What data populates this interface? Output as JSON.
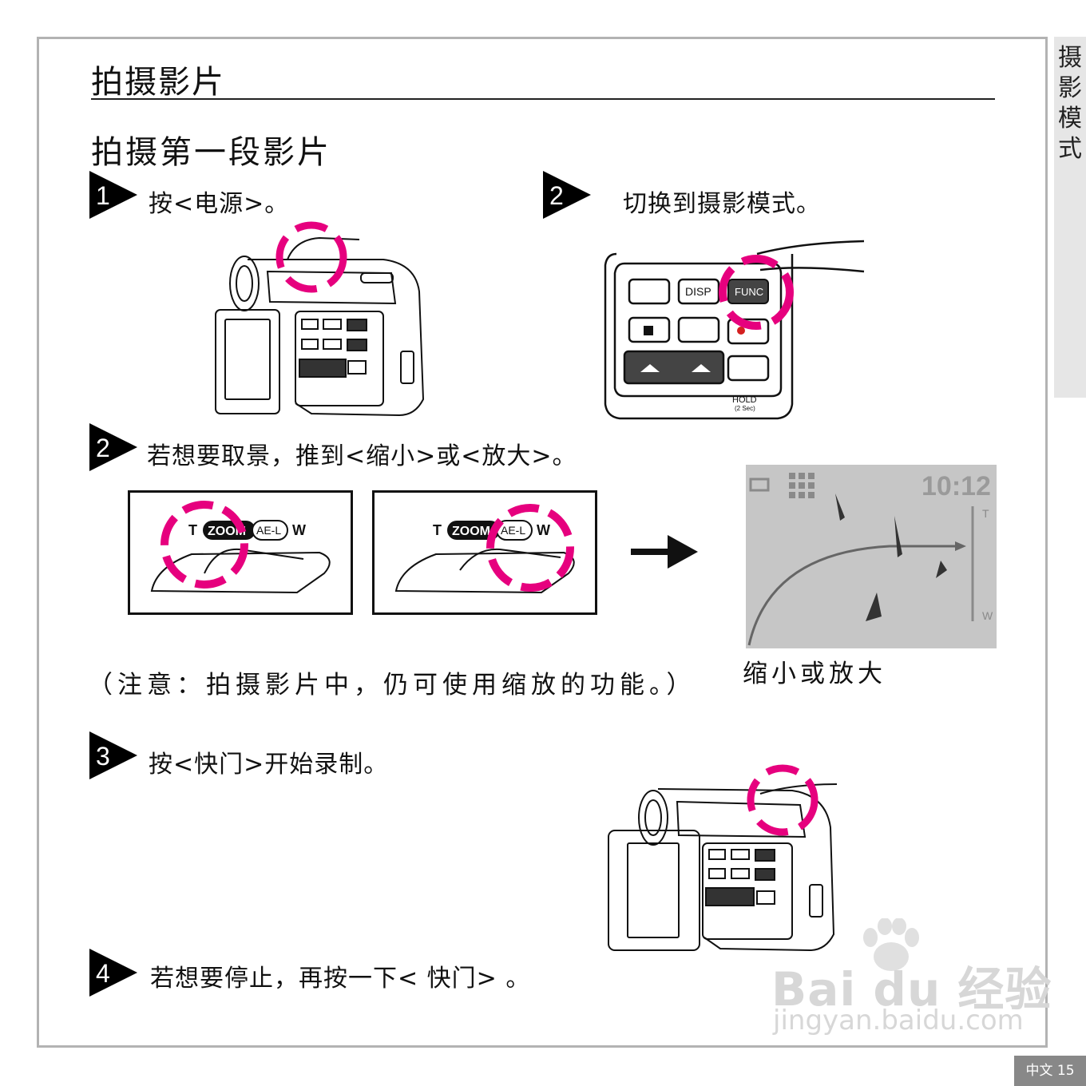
{
  "side_tab": "摄影模式",
  "page_title": "拍摄影片",
  "section_title": "拍摄第一段影片",
  "steps": [
    {
      "number": "1",
      "text": "按<电源>。"
    },
    {
      "number": "2",
      "text": "切换到摄影模式。"
    },
    {
      "number": "2",
      "text": "若想要取景，推到<缩小>或<放大>。"
    },
    {
      "number": "3",
      "text": "按<快门>开始录制。"
    },
    {
      "number": "4",
      "text": "若想要停止，再按一下< 快门> 。"
    }
  ],
  "control_panel": {
    "buttons": [
      "DISP",
      "FUNC"
    ],
    "hold_label": "HOLD",
    "hold_sub": "(2 Sec)"
  },
  "zoom_lever": {
    "left": "T",
    "zoom": "ZOOM",
    "ael": "AE-L",
    "right": "W"
  },
  "screen": {
    "time": "10:12",
    "top_mark": "T",
    "bottom_mark": "W"
  },
  "note": "（注意：拍摄影片中，仍可使用缩放的功能。）",
  "screen_caption": "缩小或放大",
  "page_tag": "中文 15",
  "watermark": {
    "brand": "Bai du 经验",
    "url": "jingyan.baidu.com"
  },
  "colors": {
    "highlight": "#e6007e",
    "frame": "#b3b3b3"
  }
}
